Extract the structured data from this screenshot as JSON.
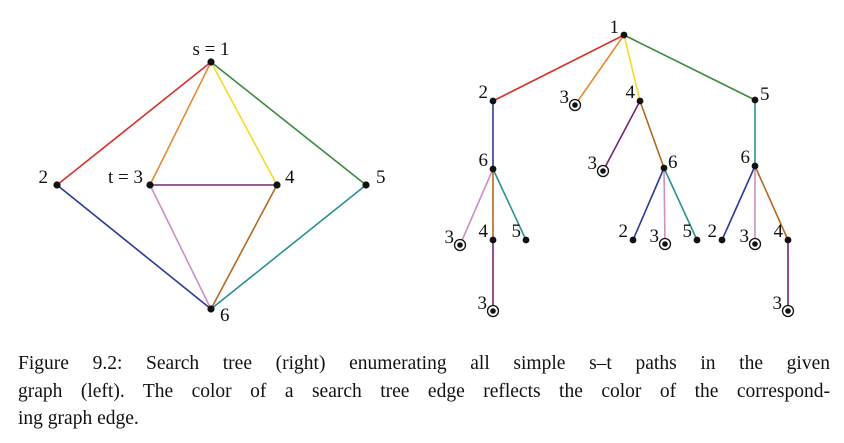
{
  "colors": {
    "red": "#d9302c",
    "orange": "#e88a30",
    "yellow": "#f5d92a",
    "green": "#3a8a3a",
    "blue": "#2b3a9a",
    "purple": "#7a2378",
    "pink": "#cf8ec8",
    "brown": "#b36a1e",
    "teal": "#2a9292"
  },
  "graph": {
    "nodes": [
      {
        "id": "1",
        "label": "s = 1"
      },
      {
        "id": "2",
        "label": "2"
      },
      {
        "id": "3",
        "label": "t = 3"
      },
      {
        "id": "4",
        "label": "4"
      },
      {
        "id": "5",
        "label": "5"
      },
      {
        "id": "6",
        "label": "6"
      }
    ],
    "edges": [
      {
        "from": "1",
        "to": "2",
        "color": "red"
      },
      {
        "from": "1",
        "to": "3",
        "color": "orange"
      },
      {
        "from": "1",
        "to": "4",
        "color": "yellow"
      },
      {
        "from": "1",
        "to": "5",
        "color": "green"
      },
      {
        "from": "2",
        "to": "6",
        "color": "blue"
      },
      {
        "from": "3",
        "to": "4",
        "color": "purple"
      },
      {
        "from": "3",
        "to": "6",
        "color": "pink"
      },
      {
        "from": "4",
        "to": "6",
        "color": "brown"
      },
      {
        "from": "5",
        "to": "6",
        "color": "teal"
      }
    ]
  },
  "tree": {
    "nodes": [
      {
        "id": "r",
        "label": "1",
        "target": false
      },
      {
        "id": "a2",
        "label": "2",
        "target": false,
        "parent": "r",
        "color": "red"
      },
      {
        "id": "a3",
        "label": "3",
        "target": true,
        "parent": "r",
        "color": "orange"
      },
      {
        "id": "a4",
        "label": "4",
        "target": false,
        "parent": "r",
        "color": "yellow"
      },
      {
        "id": "a5",
        "label": "5",
        "target": false,
        "parent": "r",
        "color": "green"
      },
      {
        "id": "b6",
        "label": "6",
        "target": false,
        "parent": "a2",
        "color": "blue"
      },
      {
        "id": "c3",
        "label": "3",
        "target": true,
        "parent": "a4",
        "color": "purple"
      },
      {
        "id": "c6",
        "label": "6",
        "target": false,
        "parent": "a4",
        "color": "brown"
      },
      {
        "id": "d6",
        "label": "6",
        "target": false,
        "parent": "a5",
        "color": "teal"
      },
      {
        "id": "b6_3",
        "label": "3",
        "target": true,
        "parent": "b6",
        "color": "pink"
      },
      {
        "id": "b6_4",
        "label": "4",
        "target": false,
        "parent": "b6",
        "color": "brown"
      },
      {
        "id": "b6_5",
        "label": "5",
        "target": false,
        "parent": "b6",
        "color": "teal"
      },
      {
        "id": "c6_2",
        "label": "2",
        "target": false,
        "parent": "c6",
        "color": "blue"
      },
      {
        "id": "c6_3",
        "label": "3",
        "target": true,
        "parent": "c6",
        "color": "pink"
      },
      {
        "id": "c6_5",
        "label": "5",
        "target": false,
        "parent": "c6",
        "color": "teal"
      },
      {
        "id": "d6_2",
        "label": "2",
        "target": false,
        "parent": "d6",
        "color": "blue"
      },
      {
        "id": "d6_3",
        "label": "3",
        "target": true,
        "parent": "d6",
        "color": "pink"
      },
      {
        "id": "d6_4",
        "label": "4",
        "target": false,
        "parent": "d6",
        "color": "brown"
      },
      {
        "id": "b6_4_3",
        "label": "3",
        "target": true,
        "parent": "b6_4",
        "color": "purple"
      },
      {
        "id": "d6_4_3",
        "label": "3",
        "target": true,
        "parent": "d6_4",
        "color": "purple"
      }
    ]
  },
  "caption": {
    "line1": "Figure 9.2: Search tree (right) enumerating all simple s–t paths in the given",
    "line2": "graph (left). The color of a search tree edge reflects the color of the correspond-",
    "line3": "ing graph edge."
  }
}
